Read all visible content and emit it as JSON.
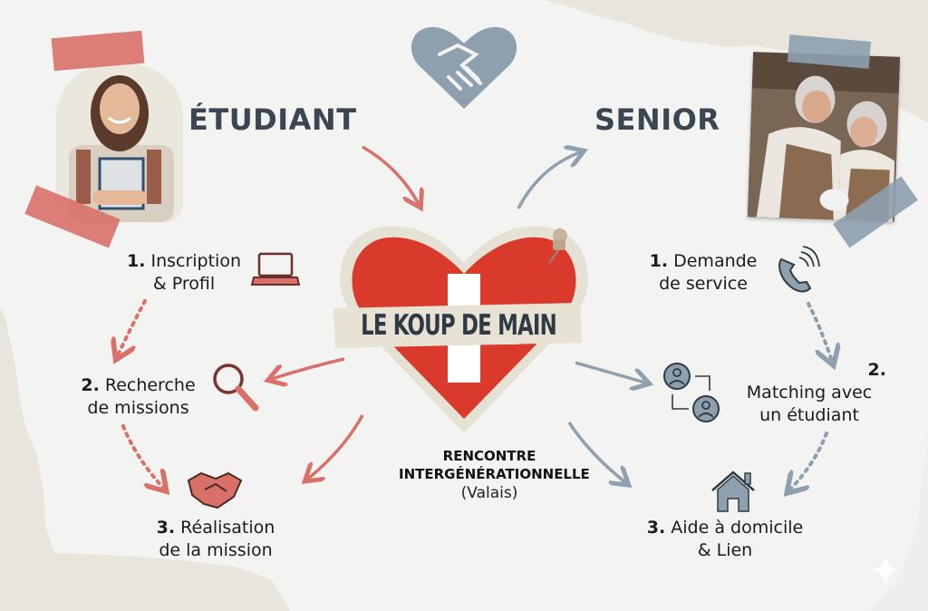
{
  "brand": {
    "name": "LE KOUP DE MAIN",
    "colors": {
      "red": "#d93a2b",
      "student_accent": "#d9706a",
      "senior_accent": "#8e9fae",
      "title_text": "#3a4651",
      "paper": "#e9e5dc",
      "background": "#f3f3f2"
    }
  },
  "header": {
    "student_title": "ÉTUDIANT",
    "senior_title": "SENIOR",
    "top_icon": "heart-handshake-icon"
  },
  "center": {
    "logo_text": "LE KOUP DE MAIN",
    "logo_icon": "swiss-cross-heart",
    "pin_icon": "pushpin-icon",
    "subtitle_line1": "RENCONTRE",
    "subtitle_line2": "INTERGÉNÉRATIONNELLE",
    "subtitle_line3": "(Valais)"
  },
  "student": {
    "photo_alt": "Smiling student holding notebooks",
    "steps": [
      {
        "num": "1.",
        "line1": "Inscription",
        "line2": "& Profil",
        "icon": "laptop-icon"
      },
      {
        "num": "2.",
        "line1": "Recherche",
        "line2": "de missions",
        "icon": "magnifier-icon"
      },
      {
        "num": "3.",
        "line1": "Réalisation",
        "line2": "de la mission",
        "icon": "handshake-icon"
      }
    ]
  },
  "senior": {
    "photo_alt": "Senior couple cooking together",
    "steps": [
      {
        "num": "1.",
        "line1": "Demande",
        "line2": "de service",
        "icon": "phone-icon"
      },
      {
        "num": "2.",
        "line1": "Matching avec",
        "line2": "un étudiant",
        "icon": "user-swap-icon"
      },
      {
        "num": "3.",
        "line1": "Aide à domicile",
        "line2": "& Lien",
        "icon": "house-icon"
      }
    ]
  },
  "decor": {
    "sparkle_icon": "sparkle-icon"
  }
}
